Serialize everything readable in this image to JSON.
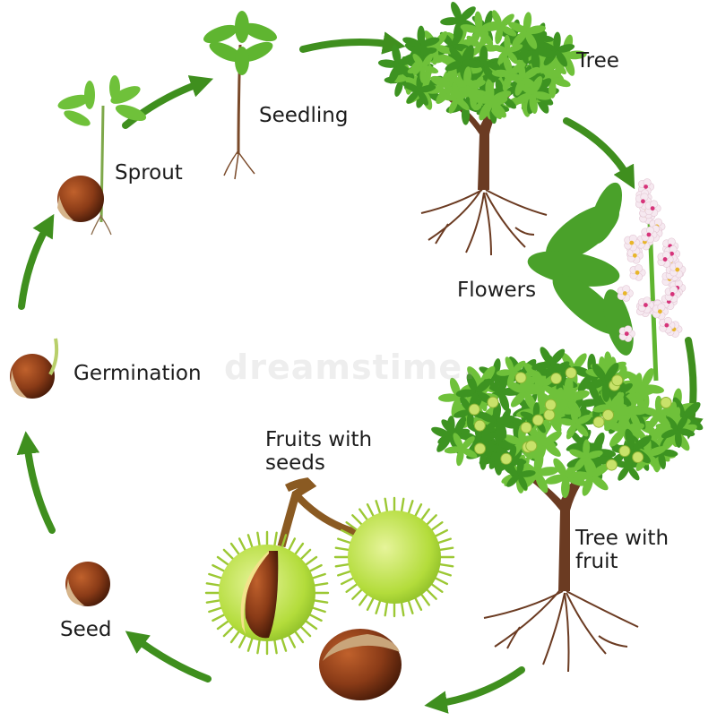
{
  "stages": {
    "tree": "Tree",
    "seedling": "Seedling",
    "sprout": "Sprout",
    "flowers": "Flowers",
    "germination": "Germination",
    "fruits_with_seeds": "Fruits with\nseeds",
    "tree_with_fruit": "Tree with\nfruit",
    "seed": "Seed"
  },
  "watermark": "dreamstime.",
  "colors": {
    "arrow": "#3f8f1e",
    "leaf": "#6fc13a",
    "leaf_dark": "#3d9321",
    "trunk": "#6b3b22",
    "chestnut": "#8a3b17",
    "husk": "#b3dc3b",
    "blossom": "#f6e9f0"
  }
}
